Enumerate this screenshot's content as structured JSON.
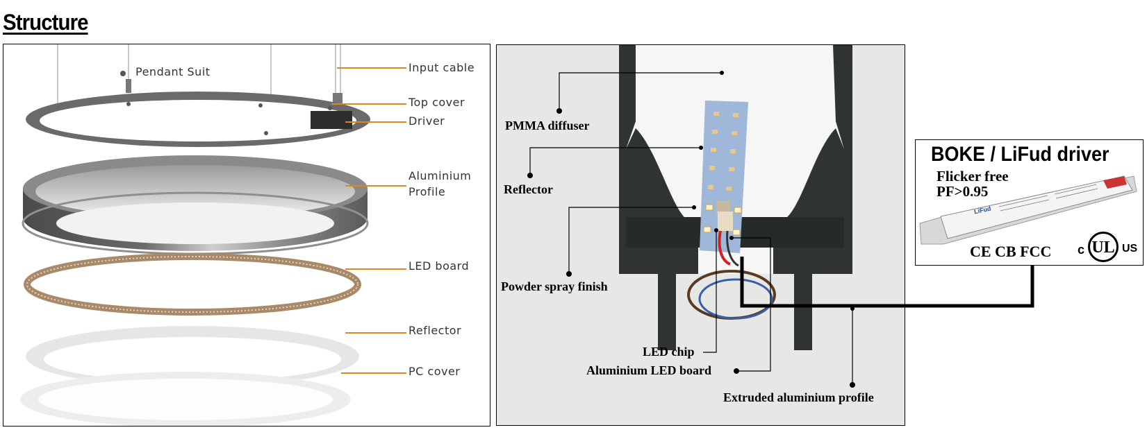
{
  "page": {
    "title": "Structure"
  },
  "left_diagram": {
    "labels": {
      "pendant_suit": "Pendant Suit",
      "input_cable": "Input cable",
      "top_cover": "Top cover",
      "driver": "Driver",
      "aluminium_profile_1": "Aluminium",
      "aluminium_profile_2": "Profile",
      "led_board": "LED board",
      "reflector": "Reflector",
      "pc_cover": "PC cover"
    },
    "leader_color": "#d98a1c"
  },
  "photo_diagram": {
    "labels": {
      "pmma_diffuser": "PMMA diffuser",
      "reflector": "Reflector",
      "powder_spray_finish": "Powder spray finish",
      "led_chip": "LED chip",
      "aluminium_led_board": "Aluminium LED board",
      "extruded_aluminium_profile": "Extruded aluminium profile"
    }
  },
  "driver_box": {
    "title": "BOKE / LiFud driver",
    "line1": "Flicker free",
    "line2": "PF>0.95",
    "certifications": "CE CB FCC",
    "ul_prefix": "c",
    "ul_mark": "UL",
    "ul_suffix": "US",
    "brand_on_device": "LiFud"
  }
}
